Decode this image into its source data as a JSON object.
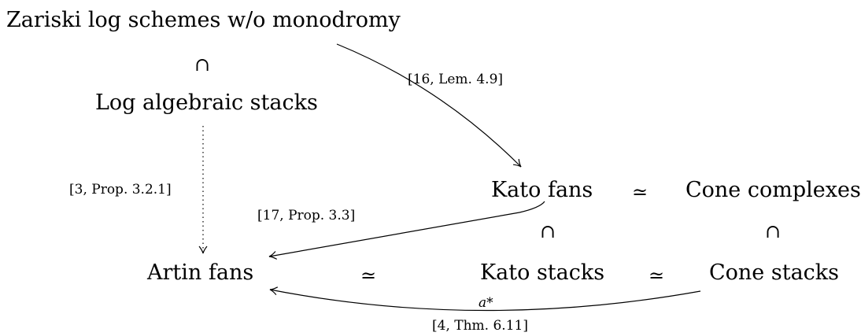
{
  "nodes": {
    "zariski": "Zariski log schemes w/o monodromy",
    "log_stacks": "Log algebraic stacks",
    "kato_fans": "Kato fans",
    "cone_complexes": "Cone complexes",
    "artin_fans": "Artin fans",
    "kato_stacks": "Kato stacks",
    "cone_stacks": "Cone stacks"
  },
  "relations": {
    "subset": "∩",
    "equivalent": "≃"
  },
  "edge_labels": {
    "zariski_to_kato": "[16, Lem. 4.9]",
    "logstacks_to_artin": "[3, Prop. 3.2.1]",
    "kato_to_artin": "[17, Prop. 3.3]",
    "cone_to_artin_map": "a*",
    "cone_to_artin_ref": "[4, Thm. 6.11]"
  }
}
